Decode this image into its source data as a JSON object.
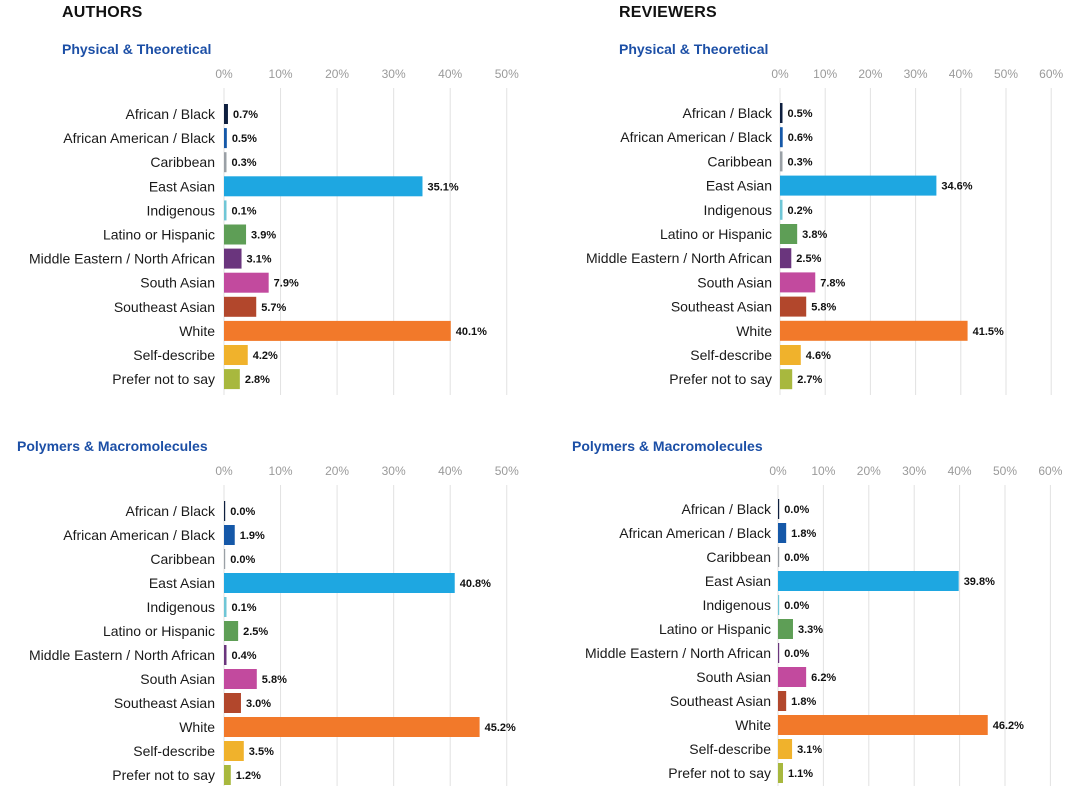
{
  "headings": {
    "authors": "AUTHORS",
    "reviewers": "REVIEWERS"
  },
  "categories": [
    "African / Black",
    "African American / Black",
    "Caribbean",
    "East Asian",
    "Indigenous",
    "Latino or Hispanic",
    "Middle Eastern / North African",
    "South Asian",
    "Southeast Asian",
    "White",
    "Self-describe",
    "Prefer not to say"
  ],
  "colors": [
    "#0e1f3f",
    "#1558a8",
    "#9aa0a6",
    "#1ea7e1",
    "#6fc6d6",
    "#5e9e56",
    "#6a357d",
    "#c24a9e",
    "#b2472c",
    "#f2792a",
    "#f0b22c",
    "#a8b83e"
  ],
  "chart_data": [
    {
      "type": "bar",
      "title": "Physical & Theoretical",
      "group": "AUTHORS",
      "categories": [
        "African / Black",
        "African American / Black",
        "Caribbean",
        "East Asian",
        "Indigenous",
        "Latino or Hispanic",
        "Middle Eastern / North African",
        "South Asian",
        "Southeast Asian",
        "White",
        "Self-describe",
        "Prefer not to say"
      ],
      "values": [
        0.7,
        0.5,
        0.3,
        35.1,
        0.1,
        3.9,
        3.1,
        7.9,
        5.7,
        40.1,
        4.2,
        2.8
      ],
      "value_labels": [
        "0.7%",
        "0.5%",
        "0.3%",
        "35.1%",
        "0.1%",
        "3.9%",
        "3.1%",
        "7.9%",
        "5.7%",
        "40.1%",
        "4.2%",
        "2.8%"
      ],
      "xlim": [
        0,
        50
      ],
      "ticks": [
        "0%",
        "10%",
        "20%",
        "30%",
        "40%",
        "50%"
      ],
      "grid": true
    },
    {
      "type": "bar",
      "title": "Physical & Theoretical",
      "group": "REVIEWERS",
      "categories": [
        "African / Black",
        "African American / Black",
        "Caribbean",
        "East Asian",
        "Indigenous",
        "Latino or Hispanic",
        "Middle Eastern / North African",
        "South Asian",
        "Southeast Asian",
        "White",
        "Self-describe",
        "Prefer not to say"
      ],
      "values": [
        0.5,
        0.6,
        0.3,
        34.6,
        0.2,
        3.8,
        2.5,
        7.8,
        5.8,
        41.5,
        4.6,
        2.7
      ],
      "value_labels": [
        "0.5%",
        "0.6%",
        "0.3%",
        "34.6%",
        "0.2%",
        "3.8%",
        "2.5%",
        "7.8%",
        "5.8%",
        "41.5%",
        "4.6%",
        "2.7%"
      ],
      "xlim": [
        0,
        60
      ],
      "ticks": [
        "0%",
        "10%",
        "20%",
        "30%",
        "40%",
        "50%",
        "60%"
      ],
      "grid": true
    },
    {
      "type": "bar",
      "title": "Polymers & Macromolecules",
      "group": "AUTHORS",
      "categories": [
        "African / Black",
        "African American / Black",
        "Caribbean",
        "East Asian",
        "Indigenous",
        "Latino or Hispanic",
        "Middle Eastern / North African",
        "South Asian",
        "Southeast Asian",
        "White",
        "Self-describe",
        "Prefer not to say"
      ],
      "values": [
        0.0,
        1.9,
        0.0,
        40.8,
        0.1,
        2.5,
        0.4,
        5.8,
        3.0,
        45.2,
        3.5,
        1.2
      ],
      "value_labels": [
        "0.0%",
        "1.9%",
        "0.0%",
        "40.8%",
        "0.1%",
        "2.5%",
        "0.4%",
        "5.8%",
        "3.0%",
        "45.2%",
        "3.5%",
        "1.2%"
      ],
      "xlim": [
        0,
        50
      ],
      "ticks": [
        "0%",
        "10%",
        "20%",
        "30%",
        "40%",
        "50%"
      ],
      "grid": true
    },
    {
      "type": "bar",
      "title": "Polymers & Macromolecules",
      "group": "REVIEWERS",
      "categories": [
        "African / Black",
        "African American / Black",
        "Caribbean",
        "East Asian",
        "Indigenous",
        "Latino or Hispanic",
        "Middle Eastern / North African",
        "South Asian",
        "Southeast Asian",
        "White",
        "Self-describe",
        "Prefer not to say"
      ],
      "values": [
        0.0,
        1.8,
        0.0,
        39.8,
        0.0,
        3.3,
        0.0,
        6.2,
        1.8,
        46.2,
        3.1,
        1.1
      ],
      "value_labels": [
        "0.0%",
        "1.8%",
        "0.0%",
        "39.8%",
        "0.0%",
        "3.3%",
        "0.0%",
        "6.2%",
        "1.8%",
        "46.2%",
        "3.1%",
        "1.1%"
      ],
      "xlim": [
        0,
        60
      ],
      "ticks": [
        "0%",
        "10%",
        "20%",
        "30%",
        "40%",
        "50%",
        "60%"
      ],
      "grid": true
    }
  ]
}
